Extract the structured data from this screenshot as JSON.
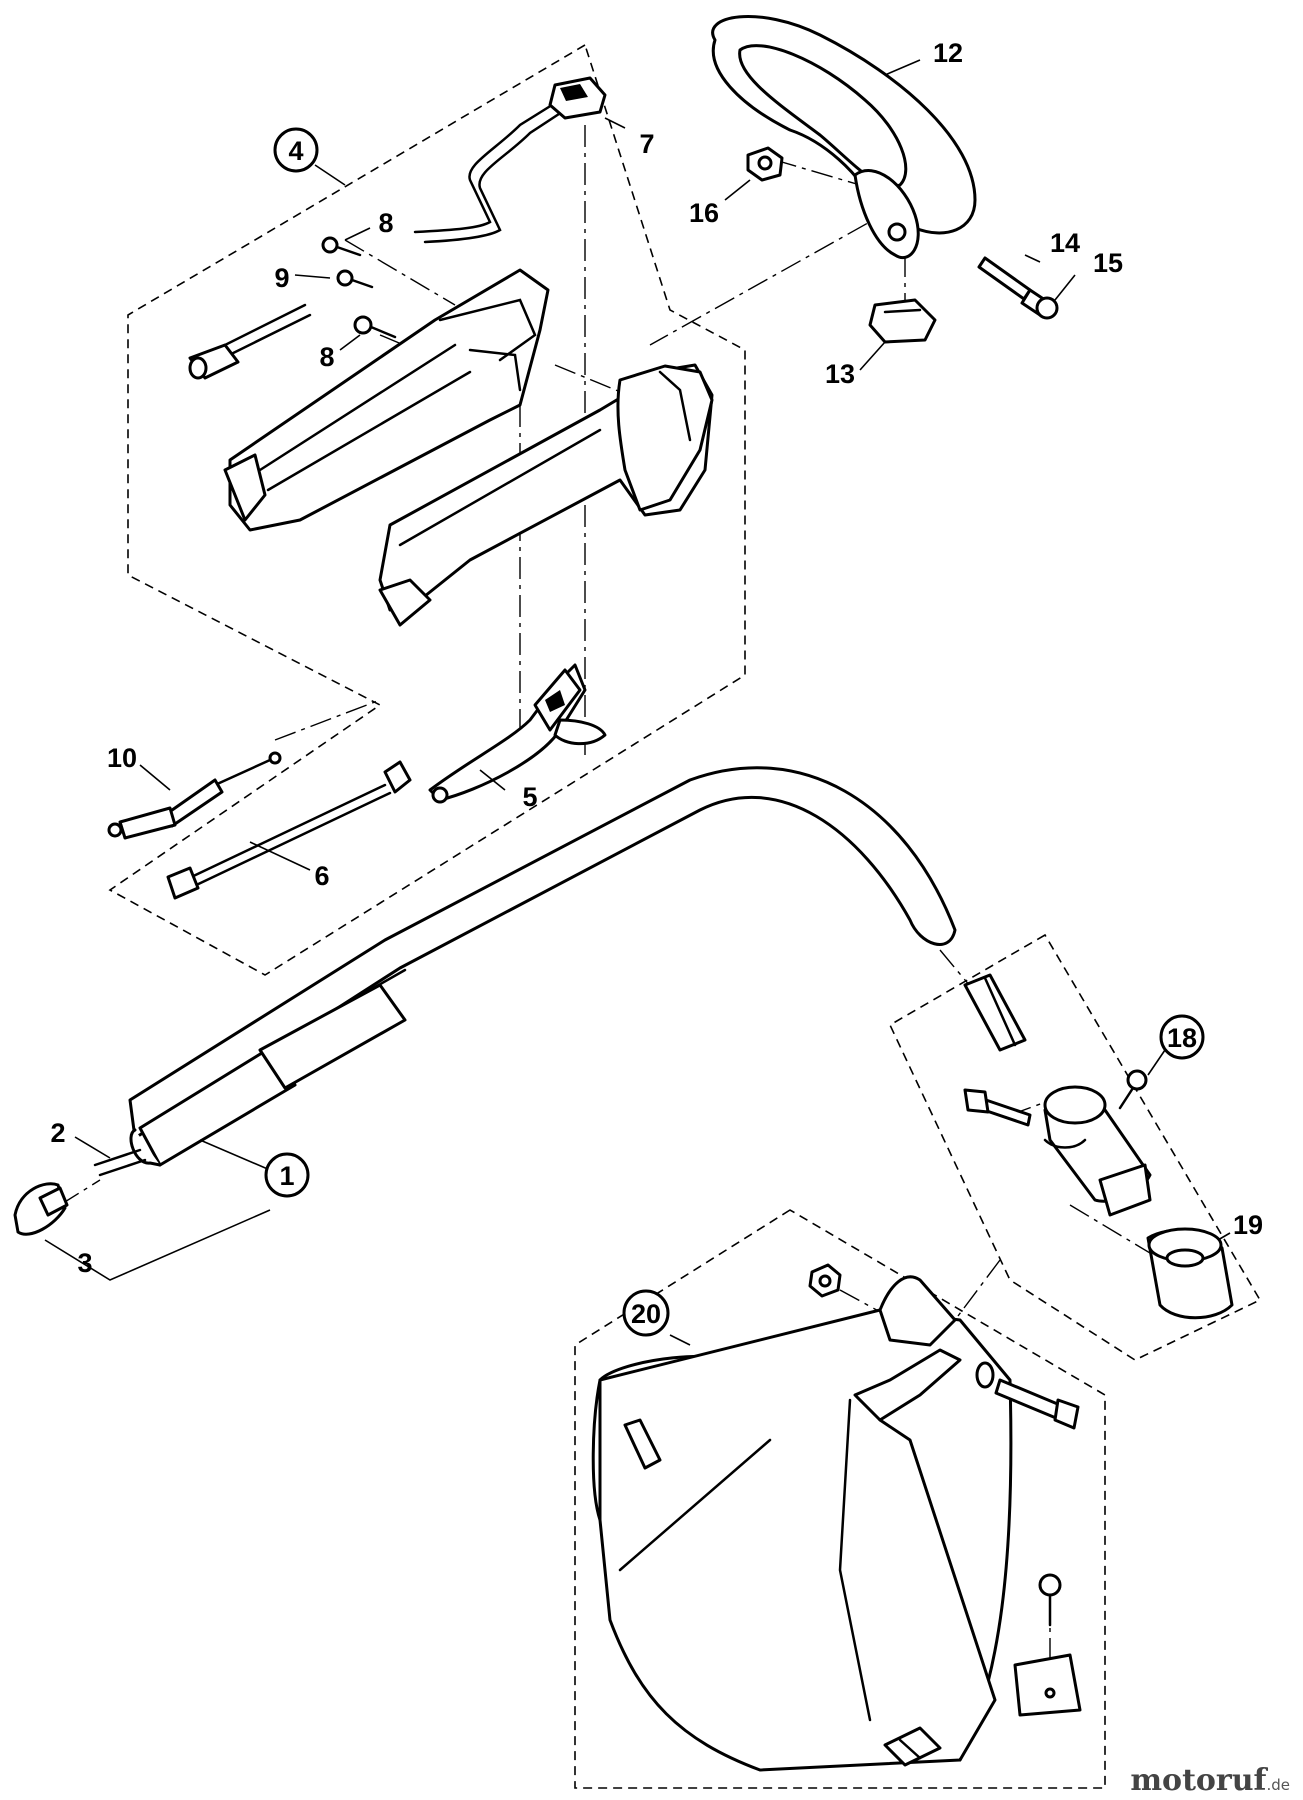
{
  "diagram": {
    "callouts": {
      "c1": "1",
      "c2": "2",
      "c3": "3",
      "c4": "4",
      "c5": "5",
      "c6": "6",
      "c7": "7",
      "c8a": "8",
      "c8b": "8",
      "c9": "9",
      "c10": "10",
      "c12": "12",
      "c13": "13",
      "c14": "14",
      "c15": "15",
      "c16": "16",
      "c18": "18",
      "c19": "19",
      "c20": "20"
    },
    "watermark": {
      "brand": "motoruf",
      "suffix": ".de"
    }
  }
}
